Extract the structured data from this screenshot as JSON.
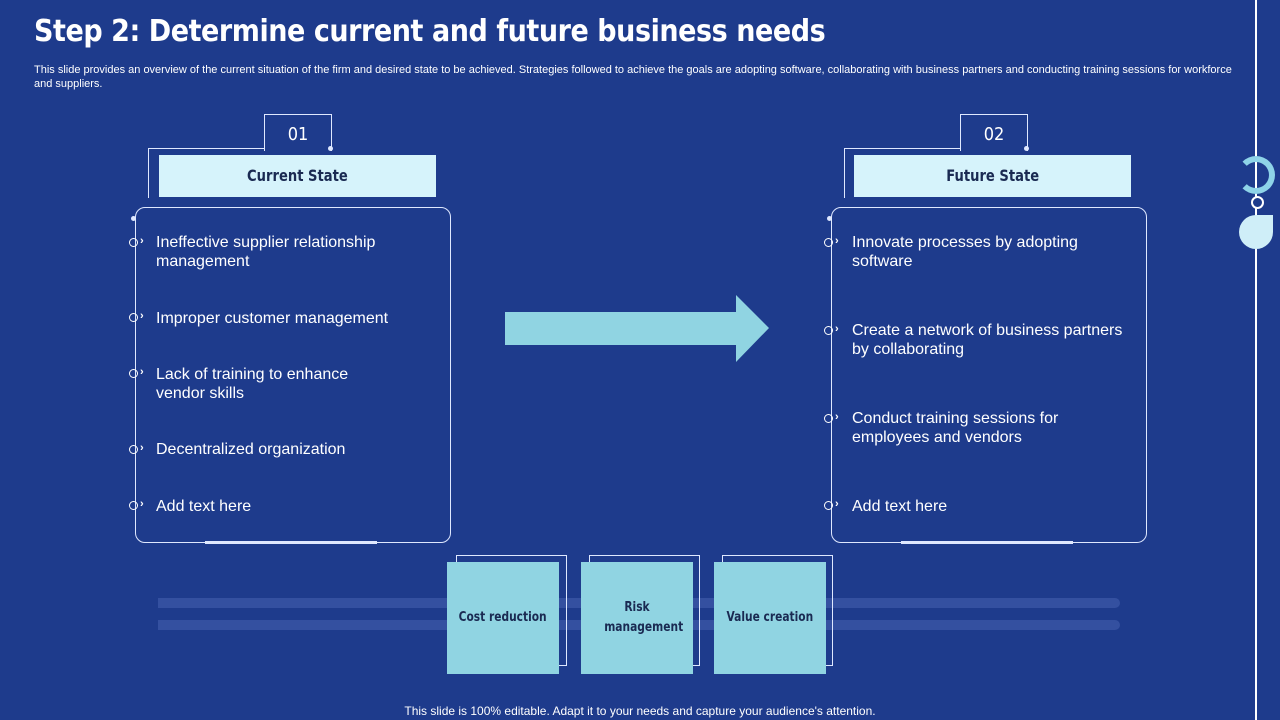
{
  "title": "Step 2: Determine current and future business needs",
  "subtitle": "This slide provides an overview of the current situation of the firm and desired state to be achieved. Strategies followed to achieve the goals are adopting software, collaborating with business partners and conducting training sessions for workforce and suppliers.",
  "current": {
    "number": "01",
    "heading": "Current State",
    "items": [
      "Ineffective supplier relationship management",
      "Improper customer management",
      "Lack of training to enhance vendor skills",
      "Decentralized organization",
      "Add text here"
    ]
  },
  "future": {
    "number": "02",
    "heading": "Future State",
    "items": [
      "Innovate processes by adopting software",
      "Create a network of business partners by collaborating",
      "Conduct training sessions for employees and vendors",
      "Add text here"
    ]
  },
  "cards": [
    "Cost reduction",
    "Risk management",
    "Value creation"
  ],
  "footer": "This slide is 100% editable. Adapt it to your needs and capture your audience's attention.",
  "colors": {
    "background": "#1e3b8c",
    "accent_light": "#d6f3fb",
    "accent_teal": "#90d4e2"
  },
  "icons": [
    "arrow-right-icon",
    "chevron-right-icon"
  ]
}
